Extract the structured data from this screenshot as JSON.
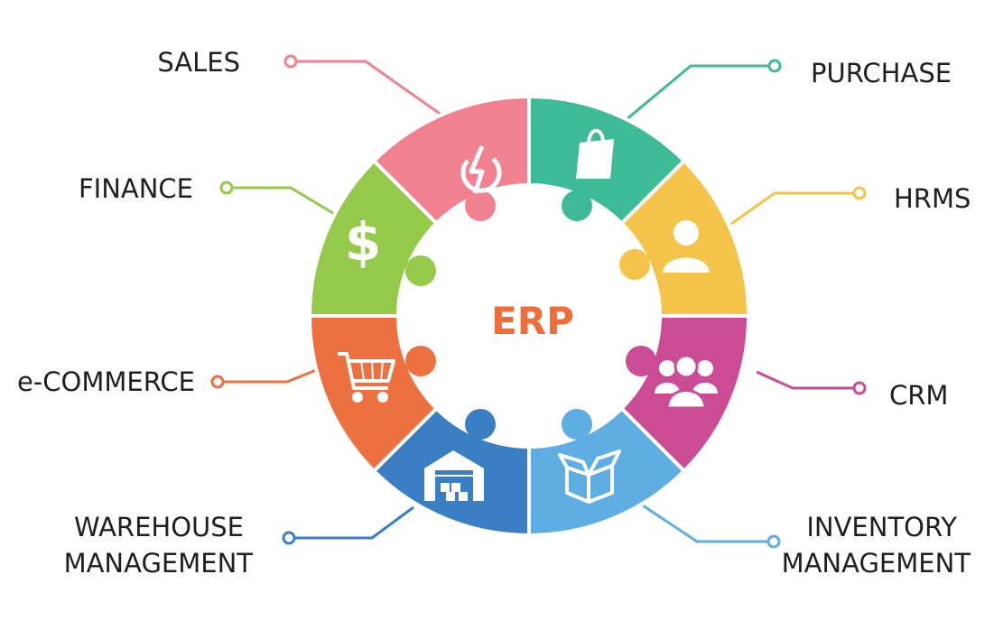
{
  "center": {
    "label": "ERP",
    "color": "#ef6d3b"
  },
  "modules": [
    {
      "label": "SALES",
      "label2": "",
      "color": "#f2818f",
      "icon": "lightning-power-icon"
    },
    {
      "label": "PURCHASE",
      "label2": "",
      "color": "#3dbb96",
      "icon": "shopping-bag-icon"
    },
    {
      "label": "HRMS",
      "label2": "",
      "color": "#f5c44a",
      "icon": "person-icon"
    },
    {
      "label": "CRM",
      "label2": "",
      "color": "#cc4b95",
      "icon": "people-group-icon"
    },
    {
      "label": "INVENTORY",
      "label2": "MANAGEMENT",
      "color": "#5eaee4",
      "icon": "open-box-icon"
    },
    {
      "label": "WAREHOUSE",
      "label2": "MANAGEMENT",
      "color": "#3a7fc4",
      "icon": "warehouse-icon"
    },
    {
      "label": "e-COMMERCE",
      "label2": "",
      "color": "#ed7140",
      "icon": "shopping-cart-icon"
    },
    {
      "label": "FINANCE",
      "label2": "",
      "color": "#95c94a",
      "icon": "dollar-icon"
    }
  ]
}
